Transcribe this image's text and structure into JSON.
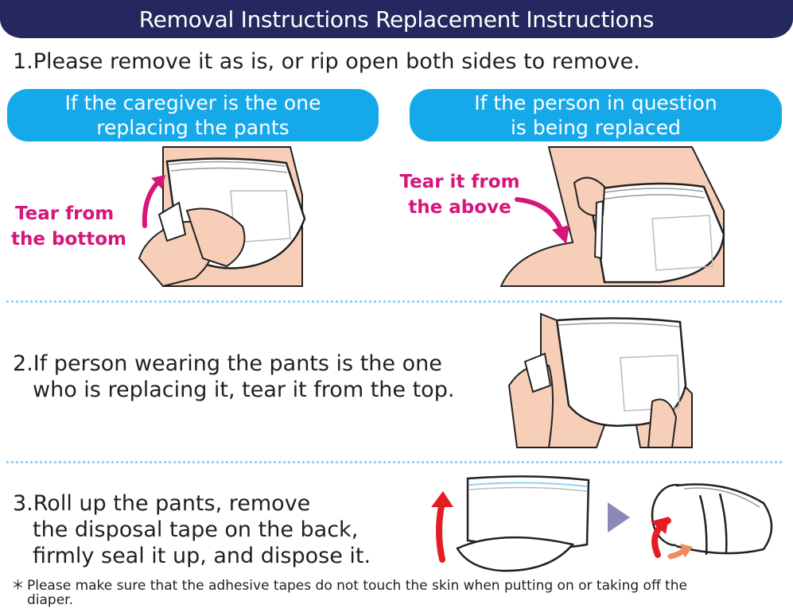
{
  "header": {
    "title": "Removal Instructions Replacement Instructions"
  },
  "step1": {
    "text": "1.Please remove it as is, or rip open both sides to remove.",
    "caregiver_pill": {
      "line1": "If the caregiver is the one",
      "line2": "replacing the pants"
    },
    "person_pill": {
      "line1": "If the person in question",
      "line2": "is being replaced"
    },
    "callout_bottom": {
      "line1": "Tear from",
      "line2": "the bottom"
    },
    "callout_above": {
      "line1": "Tear it from",
      "line2": "the above"
    }
  },
  "step2": {
    "line1": "2.If person wearing the pants is the one",
    "line2": "who is replacing it, tear it from the top."
  },
  "step3": {
    "line1": "3.Roll up the pants, remove",
    "line2": "the disposal tape on the back,",
    "line3": "firmly seal it up, and dispose it."
  },
  "note": {
    "asterisk": "＊",
    "text": "Please make sure that the adhesive tapes do not touch the skin when putting on or taking off the diaper."
  },
  "colors": {
    "header_bg": "#24285e",
    "pill_bg": "#15a9e9",
    "callout": "#d6157b",
    "arrow_red": "#e51c23",
    "arrow_orange": "#f08c5a",
    "divider": "#8fd3f0",
    "skin": "#f7cfb8",
    "next_arrow": "#8a8ab8"
  }
}
